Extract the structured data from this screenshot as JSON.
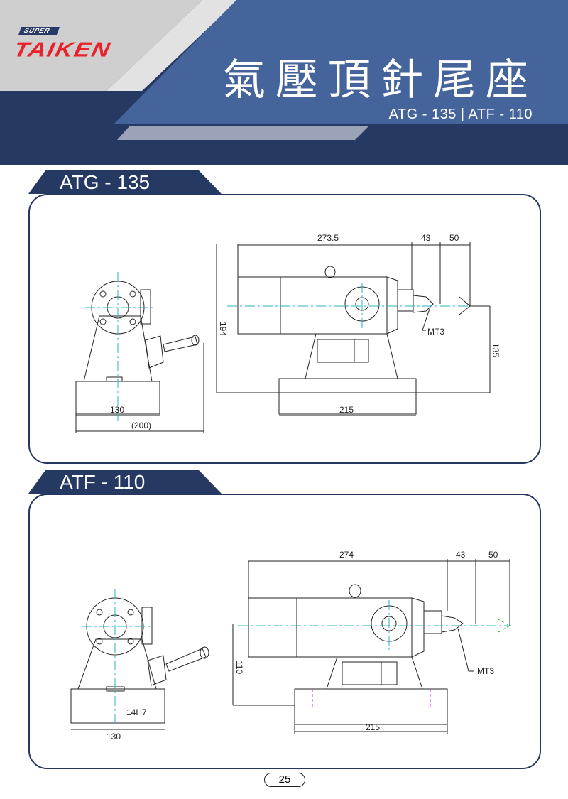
{
  "header": {
    "logo_super": "SUPER",
    "logo_brand": "TAIKEN",
    "title": "氣壓頂針尾座",
    "subtitle": "ATG - 135 | ATF - 110"
  },
  "colors": {
    "navy": "#263962",
    "blue": "#44649b",
    "gray": "#cfcfcf",
    "red": "#e8232a"
  },
  "sections": [
    {
      "label": "ATG - 135",
      "dims": {
        "d1": "273.5",
        "d2": "43",
        "d3": "50",
        "height": "194",
        "center": "135",
        "taper": "MT3",
        "base": "215",
        "side_base": "130",
        "side_total": "(200)"
      }
    },
    {
      "label": "ATF - 110",
      "dims": {
        "d1": "274",
        "d2": "43",
        "d3": "50",
        "center": "110",
        "taper": "MT3",
        "base": "215",
        "side_base": "130",
        "slot": "14H7"
      }
    }
  ],
  "page_number": "25"
}
